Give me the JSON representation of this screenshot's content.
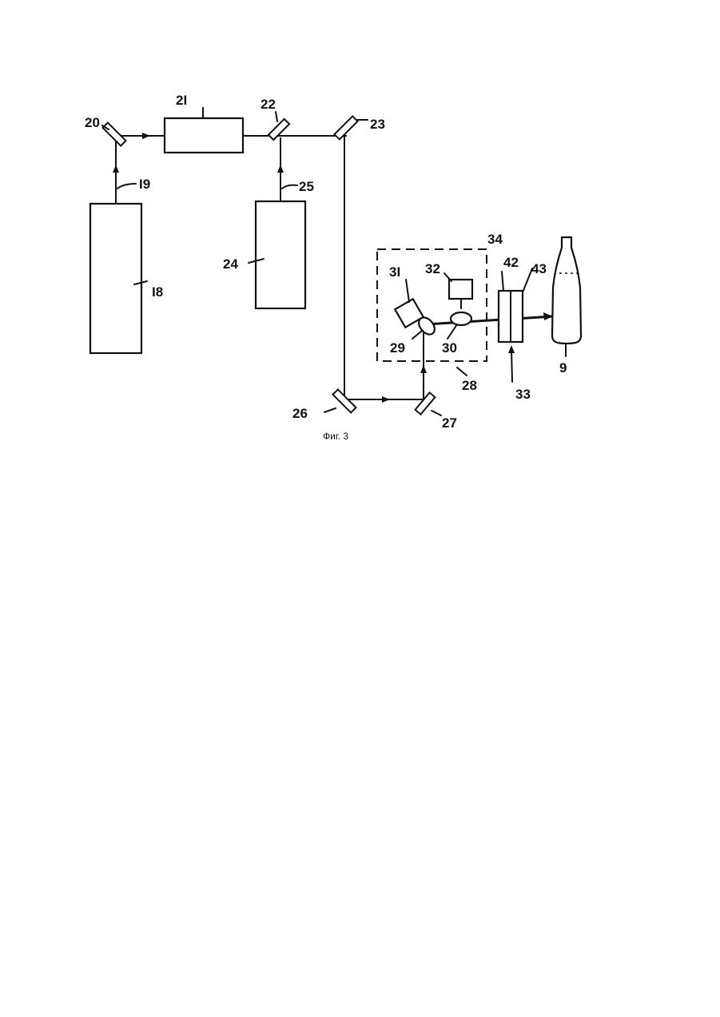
{
  "figure": {
    "caption": "Фиг. 3",
    "labels": {
      "l18": "I8",
      "l19": "I9",
      "l20": "20",
      "l21": "2I",
      "l22": "22",
      "l23": "23",
      "l24": "24",
      "l25": "25",
      "l26": "26",
      "l27": "27",
      "l28": "28",
      "l29": "29",
      "l30": "30",
      "l31": "3I",
      "l32": "32",
      "l33": "33",
      "l34": "34",
      "l42": "42",
      "l43": "43",
      "l9": "9"
    }
  }
}
